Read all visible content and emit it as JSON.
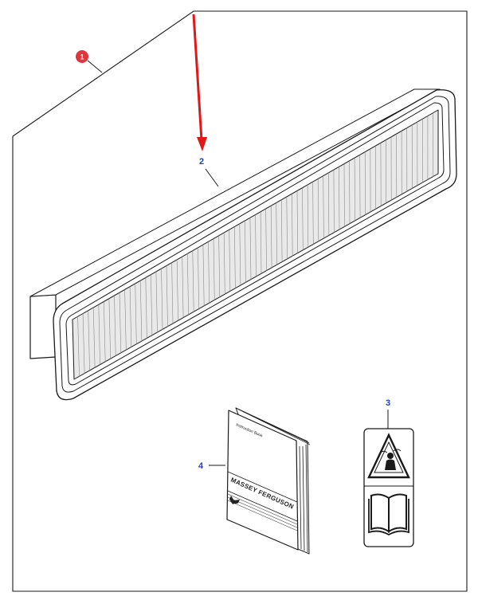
{
  "diagram": {
    "group_badge": "1",
    "callouts": {
      "filter": "2",
      "decal": "3",
      "manual": "4"
    },
    "manual": {
      "title": "Instruction Book",
      "brand": "MASSEY FERGUSON"
    },
    "colors": {
      "arrow": "#e01818",
      "callout_text": "#1a3fd1",
      "badge": "#e0353d",
      "line": "#1a1a1a",
      "filter_media": "#e9e9e9"
    },
    "icons": [
      "warning-triangle-icon",
      "open-book-icon",
      "massey-ferguson-logo-icon"
    ]
  }
}
